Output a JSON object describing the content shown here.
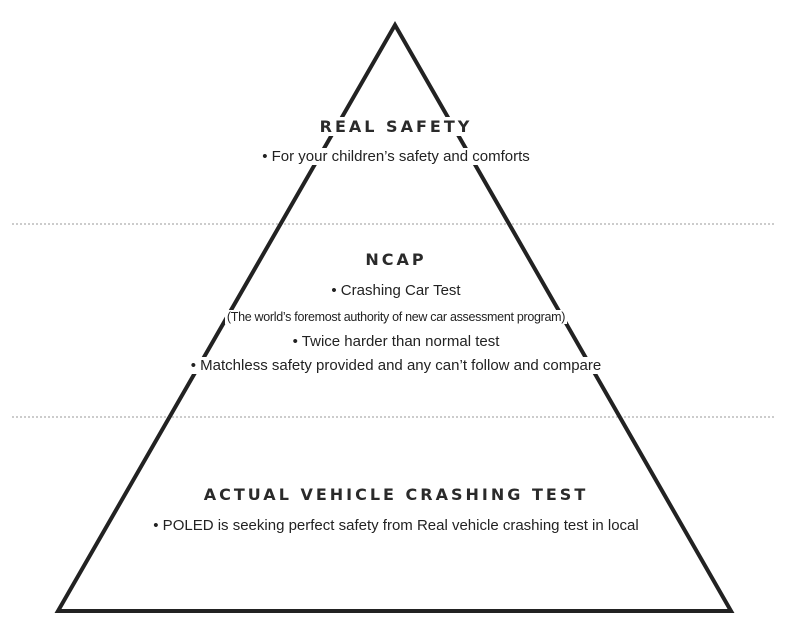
{
  "pyramid": {
    "stroke_color": "#222222",
    "divider_color": "#9a9a9a",
    "tiers": [
      {
        "title": "REAL SAFETY",
        "lines": [
          "• For your children’s safety and comforts"
        ]
      },
      {
        "title": "NCAP",
        "lines": [
          "• Crashing Car Test",
          "(The world’s foremost authority of new car assessment program)",
          "• Twice harder than normal test",
          "• Matchless safety provided and any can’t follow and compare"
        ]
      },
      {
        "title": "ACTUAL VEHICLE CRASHING TEST",
        "lines": [
          "• POLED is seeking perfect safety from Real vehicle crashing test in local"
        ]
      }
    ]
  }
}
